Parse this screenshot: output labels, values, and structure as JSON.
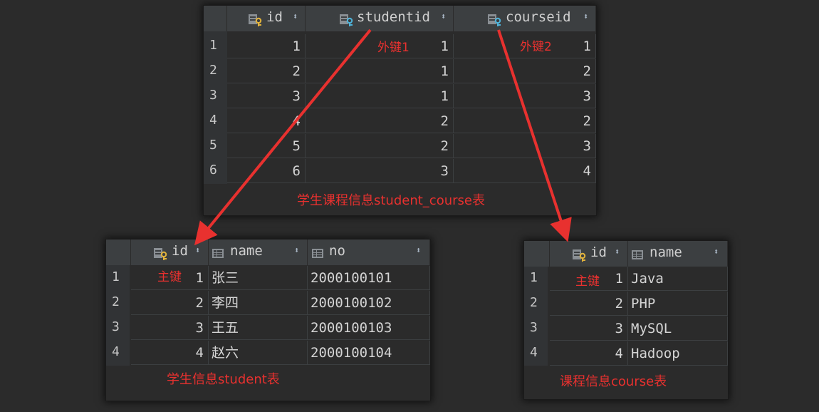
{
  "student_course": {
    "columns": [
      {
        "name": "id",
        "icon": "primary-key-icon"
      },
      {
        "name": "studentid",
        "icon": "foreign-key-icon"
      },
      {
        "name": "courseid",
        "icon": "foreign-key-icon"
      }
    ],
    "rows": [
      {
        "n": "1",
        "id": "1",
        "studentid": "1",
        "courseid": "1"
      },
      {
        "n": "2",
        "id": "2",
        "studentid": "1",
        "courseid": "2"
      },
      {
        "n": "3",
        "id": "3",
        "studentid": "1",
        "courseid": "3"
      },
      {
        "n": "4",
        "id": "4",
        "studentid": "2",
        "courseid": "2"
      },
      {
        "n": "5",
        "id": "5",
        "studentid": "2",
        "courseid": "3"
      },
      {
        "n": "6",
        "id": "6",
        "studentid": "3",
        "courseid": "4"
      }
    ],
    "caption": "学生课程信息student_course表",
    "note_fk1": "外键1",
    "note_fk2": "外键2"
  },
  "student": {
    "columns": [
      {
        "name": "id",
        "icon": "primary-key-icon"
      },
      {
        "name": "name",
        "icon": "column-icon"
      },
      {
        "name": "no",
        "icon": "column-icon"
      }
    ],
    "rows": [
      {
        "n": "1",
        "id": "1",
        "name": "张三",
        "no": "2000100101"
      },
      {
        "n": "2",
        "id": "2",
        "name": "李四",
        "no": "2000100102"
      },
      {
        "n": "3",
        "id": "3",
        "name": "王五",
        "no": "2000100103"
      },
      {
        "n": "4",
        "id": "4",
        "name": "赵六",
        "no": "2000100104"
      }
    ],
    "caption": "学生信息student表",
    "note_pk": "主键"
  },
  "course": {
    "columns": [
      {
        "name": "id",
        "icon": "primary-key-icon"
      },
      {
        "name": "name",
        "icon": "column-icon"
      }
    ],
    "rows": [
      {
        "n": "1",
        "id": "1",
        "name": "Java"
      },
      {
        "n": "2",
        "id": "2",
        "name": "PHP"
      },
      {
        "n": "3",
        "id": "3",
        "name": "MySQL"
      },
      {
        "n": "4",
        "id": "4",
        "name": "Hadoop"
      }
    ],
    "caption": "课程信息course表",
    "note_pk": "主键"
  },
  "colors": {
    "arrow": "#e8312f",
    "header": "#3c3f41",
    "background": "#2b2b2b"
  }
}
